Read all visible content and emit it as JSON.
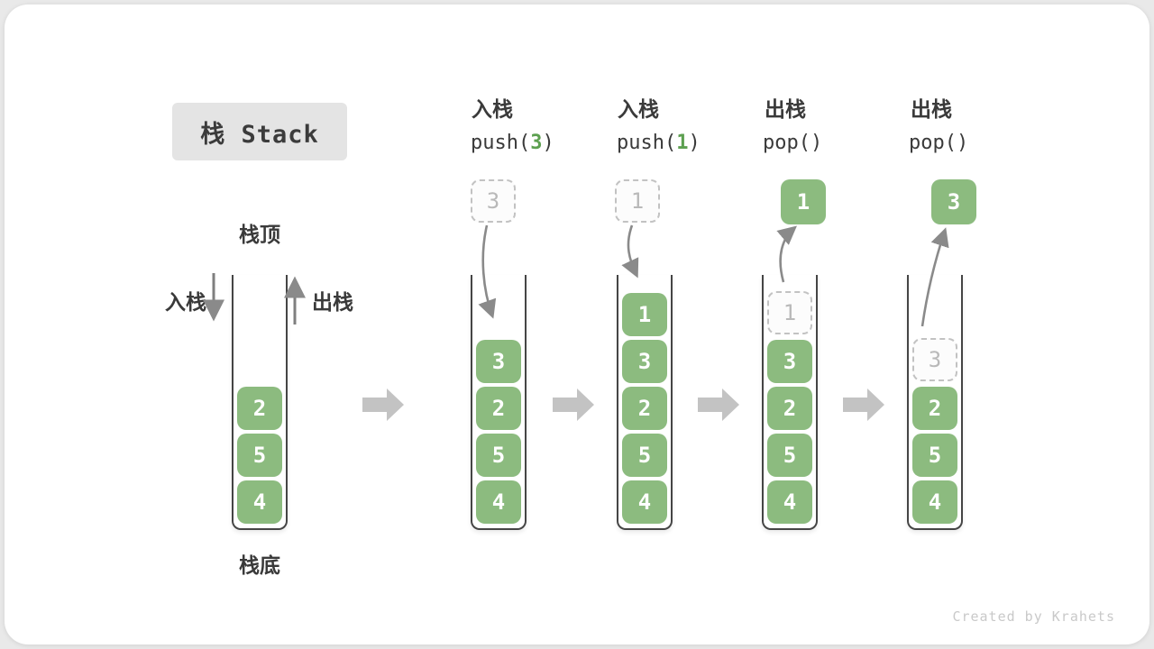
{
  "title": {
    "label": "栈 Stack"
  },
  "legend": {
    "stack_top_label": "栈顶",
    "stack_bottom_label": "栈底",
    "push_label": "入栈",
    "pop_label": "出栈"
  },
  "colors": {
    "cell_green": "#8cbb7f",
    "code_arg_green": "#5da050",
    "ghost_border": "#c2c2c2",
    "arrow_gray": "#8a8a8a",
    "block_arrow_gray": "#c3c3c3",
    "title_box_bg": "#e4e4e4",
    "text_dark": "#3a3a3a"
  },
  "columns": [
    {
      "name": "initial-stack",
      "cells": [
        {
          "value": "2",
          "variant": "solid"
        },
        {
          "value": "5",
          "variant": "solid"
        },
        {
          "value": "4",
          "variant": "solid"
        }
      ]
    },
    {
      "name": "push-3",
      "op_cn": "入栈",
      "code_pre": "push(",
      "code_arg": "3",
      "code_post": ")",
      "top_box": {
        "value": "3",
        "variant": "dashed"
      },
      "cells": [
        {
          "value": "3",
          "variant": "solid"
        },
        {
          "value": "2",
          "variant": "solid"
        },
        {
          "value": "5",
          "variant": "solid"
        },
        {
          "value": "4",
          "variant": "solid"
        }
      ]
    },
    {
      "name": "push-1",
      "op_cn": "入栈",
      "code_pre": "push(",
      "code_arg": "1",
      "code_post": ")",
      "top_box": {
        "value": "1",
        "variant": "dashed"
      },
      "cells": [
        {
          "value": "1",
          "variant": "solid"
        },
        {
          "value": "3",
          "variant": "solid"
        },
        {
          "value": "2",
          "variant": "solid"
        },
        {
          "value": "5",
          "variant": "solid"
        },
        {
          "value": "4",
          "variant": "solid"
        }
      ]
    },
    {
      "name": "pop-first",
      "op_cn": "出栈",
      "code_pre": "pop()",
      "code_arg": "",
      "code_post": "",
      "top_box": {
        "value": "1",
        "variant": "solid"
      },
      "cells": [
        {
          "value": "1",
          "variant": "ghost"
        },
        {
          "value": "3",
          "variant": "solid"
        },
        {
          "value": "2",
          "variant": "solid"
        },
        {
          "value": "5",
          "variant": "solid"
        },
        {
          "value": "4",
          "variant": "solid"
        }
      ]
    },
    {
      "name": "pop-second",
      "op_cn": "出栈",
      "code_pre": "pop()",
      "code_arg": "",
      "code_post": "",
      "top_box": {
        "value": "3",
        "variant": "solid"
      },
      "cells": [
        {
          "value": "3",
          "variant": "ghost"
        },
        {
          "value": "2",
          "variant": "solid"
        },
        {
          "value": "5",
          "variant": "solid"
        },
        {
          "value": "4",
          "variant": "solid"
        }
      ]
    }
  ],
  "watermark": "Created by Krahets"
}
